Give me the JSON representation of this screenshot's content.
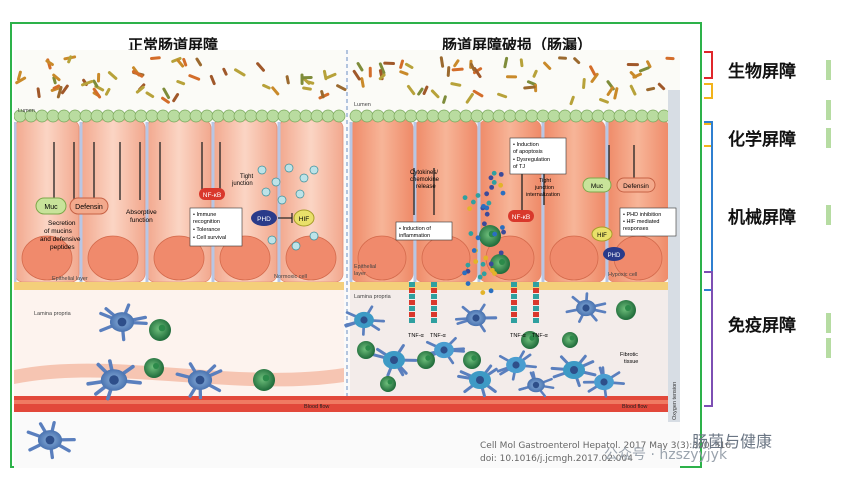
{
  "panels": {
    "left_title": "正常肠道屏障",
    "right_title": "肠道屏障破损（肠漏）"
  },
  "figure_labels": {
    "lumen_left": "Lumen",
    "lumen_right": "Lumen",
    "muc_left": "Muc",
    "defensin_left": "Defensin",
    "secretion": [
      "Secretion",
      "of mucins",
      "and defensive",
      "peptides"
    ],
    "absorptive": [
      "Absorptive",
      "function"
    ],
    "nfkb_left": "NF-κB",
    "immune_box": [
      "• Immune",
      "  recognition",
      "• Tolerance",
      "• Cell survival"
    ],
    "tight_junction": [
      "Tight",
      "junction"
    ],
    "phd_left": "PHD",
    "hif_left": "HIF",
    "normoxic": "Normoxic cell",
    "epithelial_left": "Epithelial layer",
    "lamina_left": "Lamina propria",
    "blood_left": "Blood flow",
    "cytokines": [
      "Cytokines/",
      "chemokine",
      "release"
    ],
    "induction_inflam": [
      "• Induction of",
      "  inflammation"
    ],
    "apoptosis_box": [
      "• Induction",
      "  of apoptosis",
      "• Dysregulation",
      "  of TJ"
    ],
    "tj_internal": [
      "Tight",
      "junction",
      "internalization"
    ],
    "nfkb_right": "NF-κB",
    "muc_right": "Muc",
    "defensin_right": "Defensin",
    "phd_box": [
      "• PHD inhibition",
      "• HIF mediated",
      "  responses"
    ],
    "hif_right": "HIF",
    "phd_right": "PHD",
    "hypoxic": "Hypoxic cell",
    "epithelial_right": [
      "Epithelial",
      "layer"
    ],
    "lamina_right": "Lamina propria",
    "tnf_a": "TNF-α",
    "tnf_b": "TNF-α",
    "tnf_c": "TNF-α",
    "tnf_d": "TNF-α",
    "fibrotic": [
      "Fibrotic",
      "tissue"
    ],
    "blood_right": "Blood flow",
    "oxygen": "Oxygen tension"
  },
  "barriers": [
    "生物屏障",
    "化学屏障",
    "机械屏障",
    "免疫屏障"
  ],
  "citation": {
    "line1": "Cell Mol Gastroenterol Hepatol. 2017 May 3(3):300–316",
    "line2": "doi: 10.1016/j.jcmgh.2017.02.004"
  },
  "watermark": {
    "brand": "肠菌与健康",
    "account": "公众号 · hzszyyjyk"
  },
  "colors": {
    "frame": "#2db24a",
    "bio_bracket": "#e0262b",
    "chem_bracket": "#f2b31a",
    "mech_bracket": "#2f7fd0",
    "immune_bracket": "#7d4fb3",
    "marker": "#b6dca2"
  }
}
